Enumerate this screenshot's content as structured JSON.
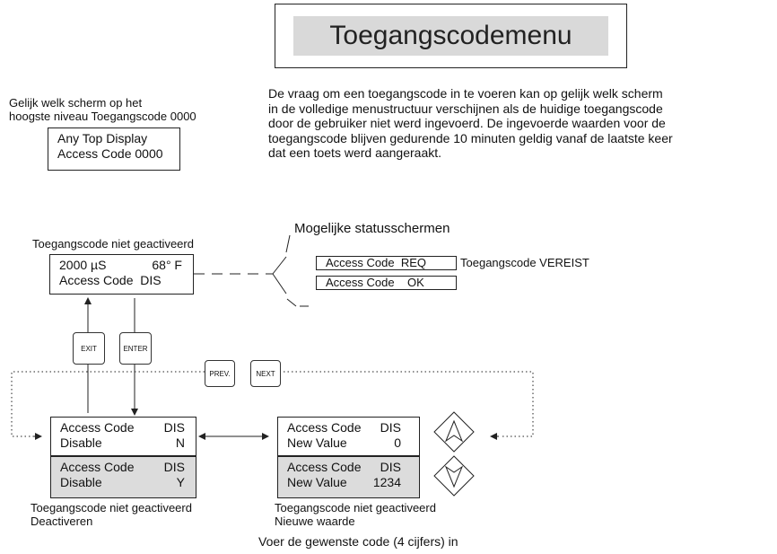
{
  "title": "Toegangscodemenu",
  "intro": {
    "top_level_caption_1": "Gelijk welk scherm op het",
    "top_level_caption_2": "hoogste niveau Toegangscode 0000",
    "top_display_line1": "Any Top Display",
    "top_display_line2": "Access Code 0000",
    "description": [
      "De vraag om een toegangscode in te voeren kan op gelijk welk scherm",
      "in de volledige menustructuur verschijnen als de huidige toegangscode",
      "door de gebruiker niet werd ingevoerd. De ingevoerde waarden voor de",
      "toegangscode blijven gedurende 10 minuten geldig vanaf de laatste keer",
      "dat een toets werd aangeraakt."
    ]
  },
  "status_heading": "Mogelijke statusschermen",
  "main_caption": "Toegangscode niet geactiveerd",
  "main_display": {
    "line1_left": "2000 µS",
    "line1_right": "68° F",
    "line2": "Access Code  DIS"
  },
  "status_screens": [
    {
      "text": "Access Code  REQ",
      "note": "Toegangscode VEREIST"
    },
    {
      "text": "Access Code    OK",
      "note": ""
    }
  ],
  "buttons": {
    "exit": "EXIT",
    "enter": "ENTER",
    "prev": "PREV.",
    "next": "NEXT"
  },
  "disable_menu": {
    "normal": {
      "line1_left": "Access Code",
      "line1_right": "DIS",
      "line2_left": "Disable",
      "line2_right": "N"
    },
    "selected": {
      "line1_left": "Access Code",
      "line1_right": "DIS",
      "line2_left": "Disable",
      "line2_right": "Y"
    },
    "caption_1": "Toegangscode niet geactiveerd",
    "caption_2": "Deactiveren"
  },
  "new_value_menu": {
    "normal": {
      "line1_left": "Access Code",
      "line1_right": "DIS",
      "line2_left": "New Value",
      "line2_right": "0"
    },
    "selected": {
      "line1_left": "Access Code",
      "line1_right": "DIS",
      "line2_left": "New Value",
      "line2_right": "1234"
    },
    "caption_1": "Toegangscode niet geactiveerd",
    "caption_2": "Nieuwe  waarde"
  },
  "footer": "Voer de gewenste code (4 cijfers) in",
  "colors": {
    "selected_fill": "#dcdcdc",
    "title_fill": "#d9d9d9",
    "line": "#222222"
  },
  "icons": {
    "up": "up-arrow-diamond-icon",
    "down": "down-arrow-diamond-icon"
  }
}
